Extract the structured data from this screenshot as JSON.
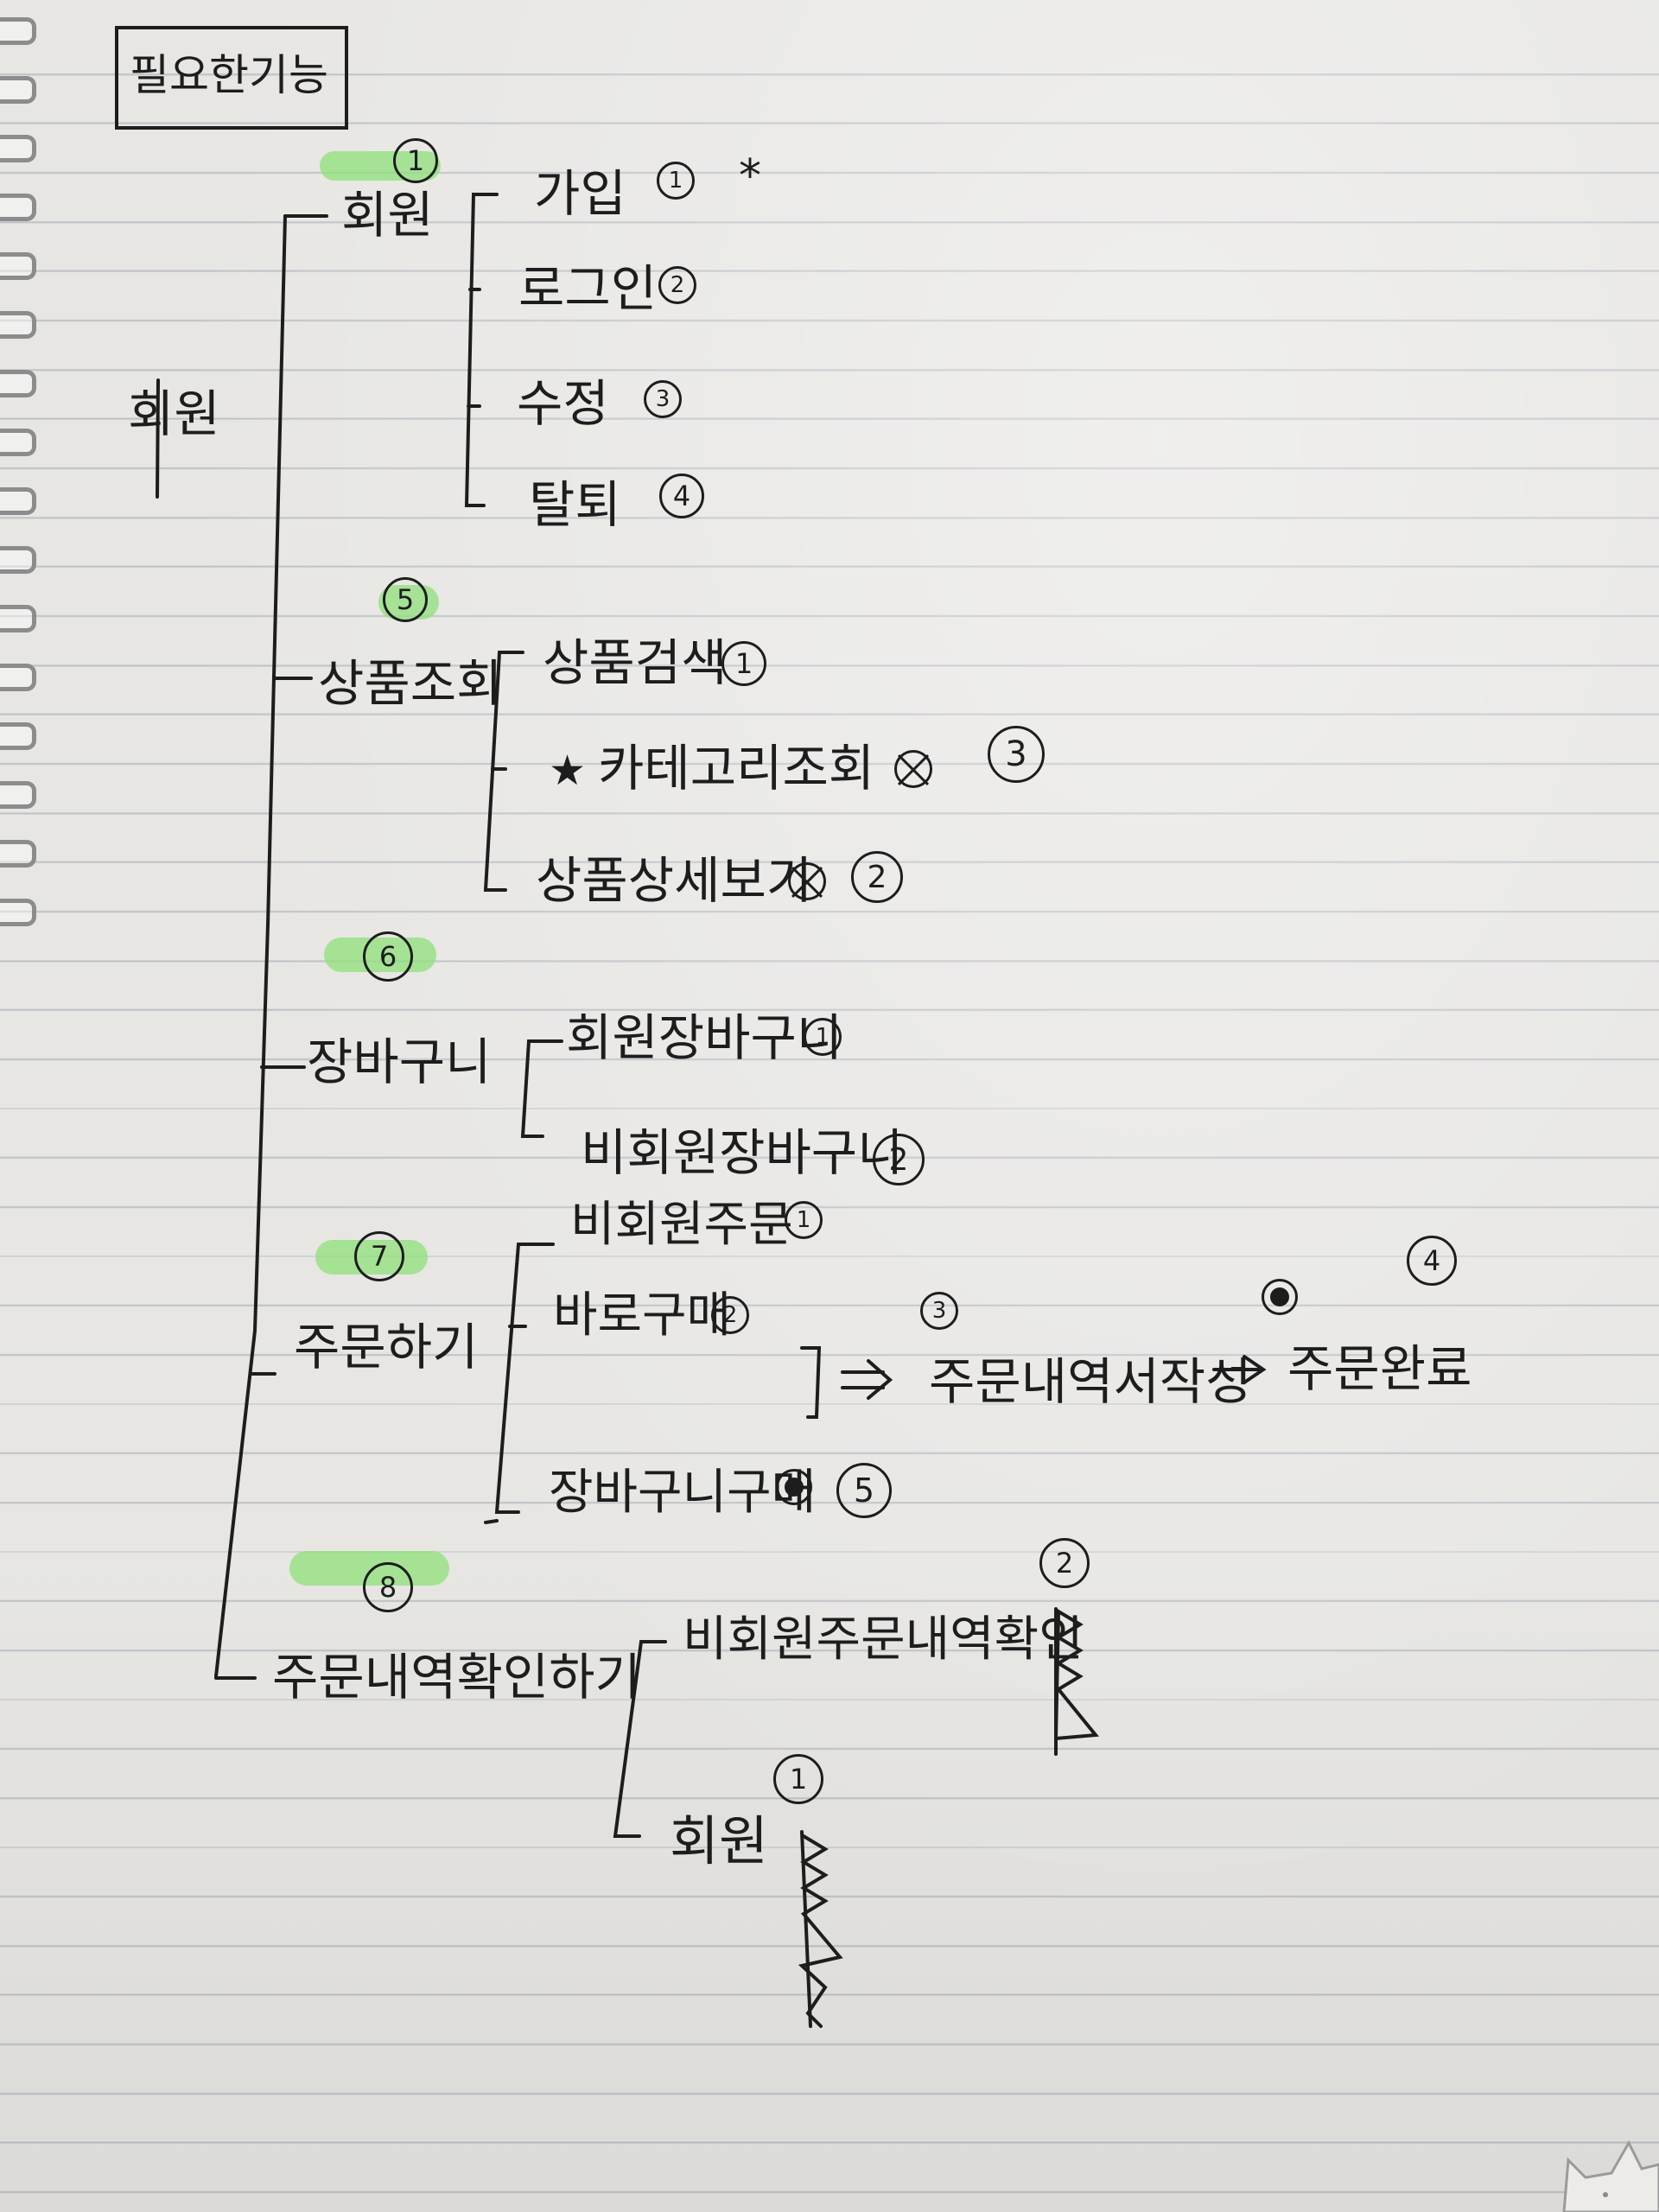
{
  "title": "필요한기능",
  "root": "회원",
  "groups": [
    {
      "num": "1",
      "label": "회원",
      "items": [
        {
          "label": "가입",
          "mark": "1",
          "extra": "*"
        },
        {
          "label": "로그인",
          "mark": "2"
        },
        {
          "label": "수정",
          "mark": "3"
        },
        {
          "label": "탈퇴",
          "mark": "4"
        }
      ]
    },
    {
      "num": "5",
      "label": "상품조회",
      "items": [
        {
          "label": "상품검색",
          "mark": "1"
        },
        {
          "label": "카테고리조회",
          "prefix": "★",
          "mark": "3"
        },
        {
          "label": "상품상세보기",
          "mark": "2"
        }
      ]
    },
    {
      "num": "6",
      "label": "장바구니",
      "items": [
        {
          "label": "회원장바구니",
          "mark": "1"
        },
        {
          "label": "비회원장바구니",
          "mark": "2"
        }
      ]
    },
    {
      "num": "7",
      "label": "주문하기",
      "items": [
        {
          "label": "비회원주문",
          "mark": "1"
        },
        {
          "label": "바로구매",
          "mark": "2"
        },
        {
          "label": "장바구니구매",
          "mark": "5"
        }
      ],
      "flow": [
        {
          "label": "주문내역서작성",
          "mark": "3"
        },
        {
          "label": "주문완료",
          "mark": "4"
        }
      ]
    },
    {
      "num": "8",
      "label": "주문내역확인하기",
      "items": [
        {
          "label": "비회원주문내역확인",
          "mark": "2"
        },
        {
          "label": "회원",
          "mark": "1"
        }
      ]
    }
  ],
  "colors": {
    "ink": "#1d1d1d",
    "highlight": "#8fe07a",
    "paper": "#e7e6e3",
    "rule": "#b9bdc2"
  }
}
